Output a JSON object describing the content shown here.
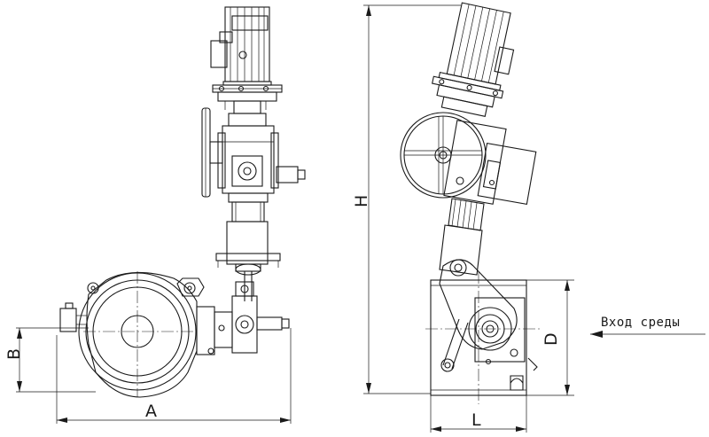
{
  "dimensions": {
    "a": "A",
    "b": "B",
    "h": "H",
    "l": "L",
    "d": "D"
  },
  "flow": {
    "label": "Вход среды"
  }
}
